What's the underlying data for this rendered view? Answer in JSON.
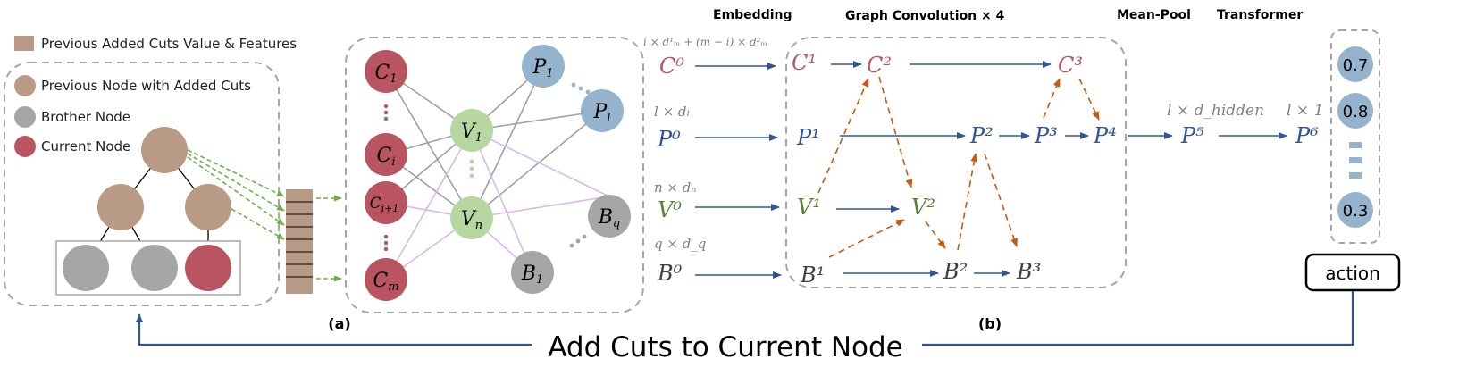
{
  "legend": {
    "prev_cuts": "Previous Added Cuts Value & Features",
    "prev_node": "Previous Node with Added Cuts",
    "brother": "Brother Node",
    "current": "Current Node"
  },
  "panel_a": {
    "label": "(a)"
  },
  "panel_b": {
    "label": "(b)"
  },
  "headers": {
    "embedding": "Embedding",
    "graph_conv": "Graph Convolution × 4",
    "meanpool": "Mean-Pool",
    "transformer": "Transformer"
  },
  "graph_nodes": {
    "c1": "C",
    "c1_sub": "1",
    "ci": "C",
    "ci_sub": "i",
    "ci1": "C",
    "ci1_sub": "i+1",
    "cm": "C",
    "cm_sub": "m",
    "v1": "V",
    "v1_sub": "1",
    "vn": "V",
    "vn_sub": "n",
    "p1": "P",
    "p1_sub": "1",
    "pl": "P",
    "pl_sub": "l",
    "bq": "B",
    "bq_sub": "q",
    "b1": "B",
    "b1_sub": "1"
  },
  "dims": {
    "c_formula": "i × d¹ₘ + (m − i) × d²ₘ",
    "l_dl": "l × dₗ",
    "n_dn": "n × dₙ",
    "q_dq": "q × d_q",
    "l_dhidden": "l × d_hidden",
    "l_1": "l × 1"
  },
  "embeddings": {
    "c0": "C⁰",
    "p0": "P⁰",
    "v0": "V⁰",
    "b0": "B⁰",
    "c1": "C¹",
    "c2": "C²",
    "c3": "C³",
    "p1": "P¹",
    "p2": "P²",
    "p3": "P³",
    "p4": "P⁴",
    "p5": "P⁵",
    "p6": "P⁶",
    "v1": "V¹",
    "v2": "V²",
    "b1": "B¹",
    "b2": "B²",
    "b3": "B³"
  },
  "outputs": {
    "v1": "0.7",
    "v2": "0.8",
    "v3": "0.3"
  },
  "action": "action",
  "feedback": "Add Cuts to Current Node",
  "colors": {
    "brown": "#b89a85",
    "gray": "#a6a6a6",
    "red": "#b85560",
    "green": "#b6d8a0",
    "blue": "#95b3cd",
    "navy": "#2f5597",
    "orange": "#c55a11",
    "purple": "#d9b8f0",
    "green_arrow": "#70ad47"
  }
}
